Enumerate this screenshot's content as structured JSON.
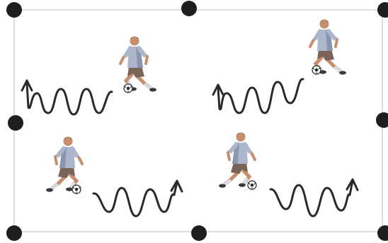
{
  "diagram": {
    "description_note": "",
    "colors": {
      "background": "#ffffff",
      "field_line": "#cfcfcf",
      "cone": "#1e1e1e",
      "path_stroke": "#2a2a2a",
      "shirt": "#aeb6cc",
      "shirt_shadow": "#8c95b0",
      "shorts": "#7a6458",
      "skin": "#c58f6d",
      "hair": "#2b1e17",
      "sock": "#d8dbe6",
      "shoe": "#3a3a3a",
      "ball": "#ffffff"
    },
    "cones_count": 8,
    "players_count": 4,
    "dribble_paths_count": 4
  }
}
